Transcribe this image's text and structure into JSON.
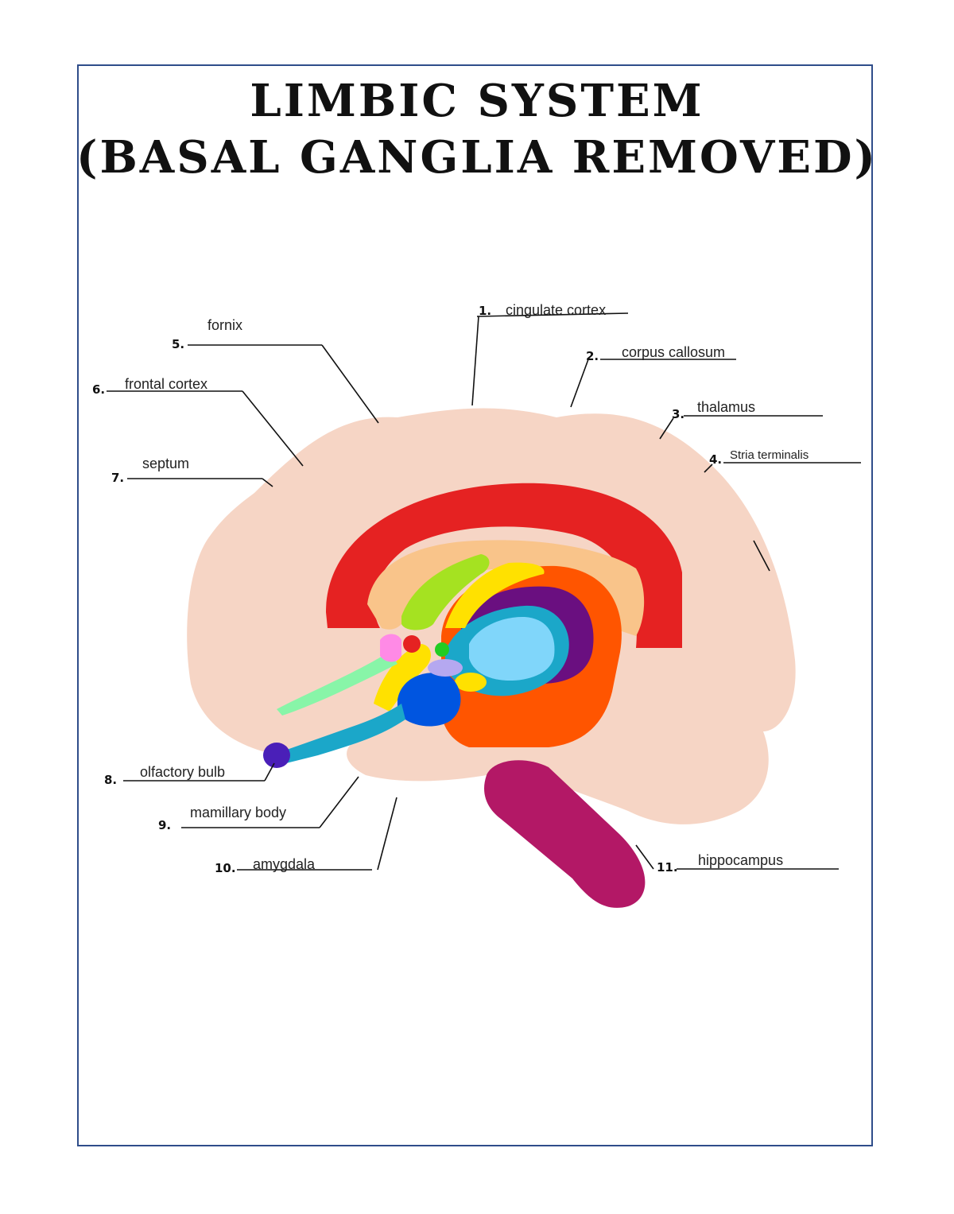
{
  "title": {
    "line1": "LIMBIC SYSTEM",
    "line2": "(BASAL GANGLIA REMOVED)"
  },
  "labels": [
    {
      "num": "1.",
      "text": "cingulate cortex"
    },
    {
      "num": "2.",
      "text": "corpus callosum"
    },
    {
      "num": "3.",
      "text": "thalamus"
    },
    {
      "num": "4.",
      "text": "Stria terminalis"
    },
    {
      "num": "5.",
      "text": "fornix"
    },
    {
      "num": "6.",
      "text": "frontal cortex"
    },
    {
      "num": "7.",
      "text": "septum"
    },
    {
      "num": "8.",
      "text": "olfactory bulb"
    },
    {
      "num": "9.",
      "text": "mamillary body"
    },
    {
      "num": "10.",
      "text": "amygdala"
    },
    {
      "num": "11.",
      "text": "hippocampus"
    }
  ],
  "colors": {
    "frame": "#2f4d8a",
    "brain": "#f6d5c5",
    "cingulate": "#e52222",
    "corpus_callosum": "#f9c48a",
    "fornix_arc": "#ff5500",
    "thalamus_outer": "#6a0f80",
    "thalamus_inner": "#80d6fa",
    "stria": "#1ba7c9",
    "yellow": "#ffe100",
    "green_lime": "#a5e221",
    "blue": "#0055e0",
    "pink": "#ff8ae6",
    "mint": "#88f5a8",
    "indigo": "#4a1fb8",
    "lavender": "#b5a8f0",
    "green": "#22cc22",
    "brainstem": "#b31866"
  }
}
